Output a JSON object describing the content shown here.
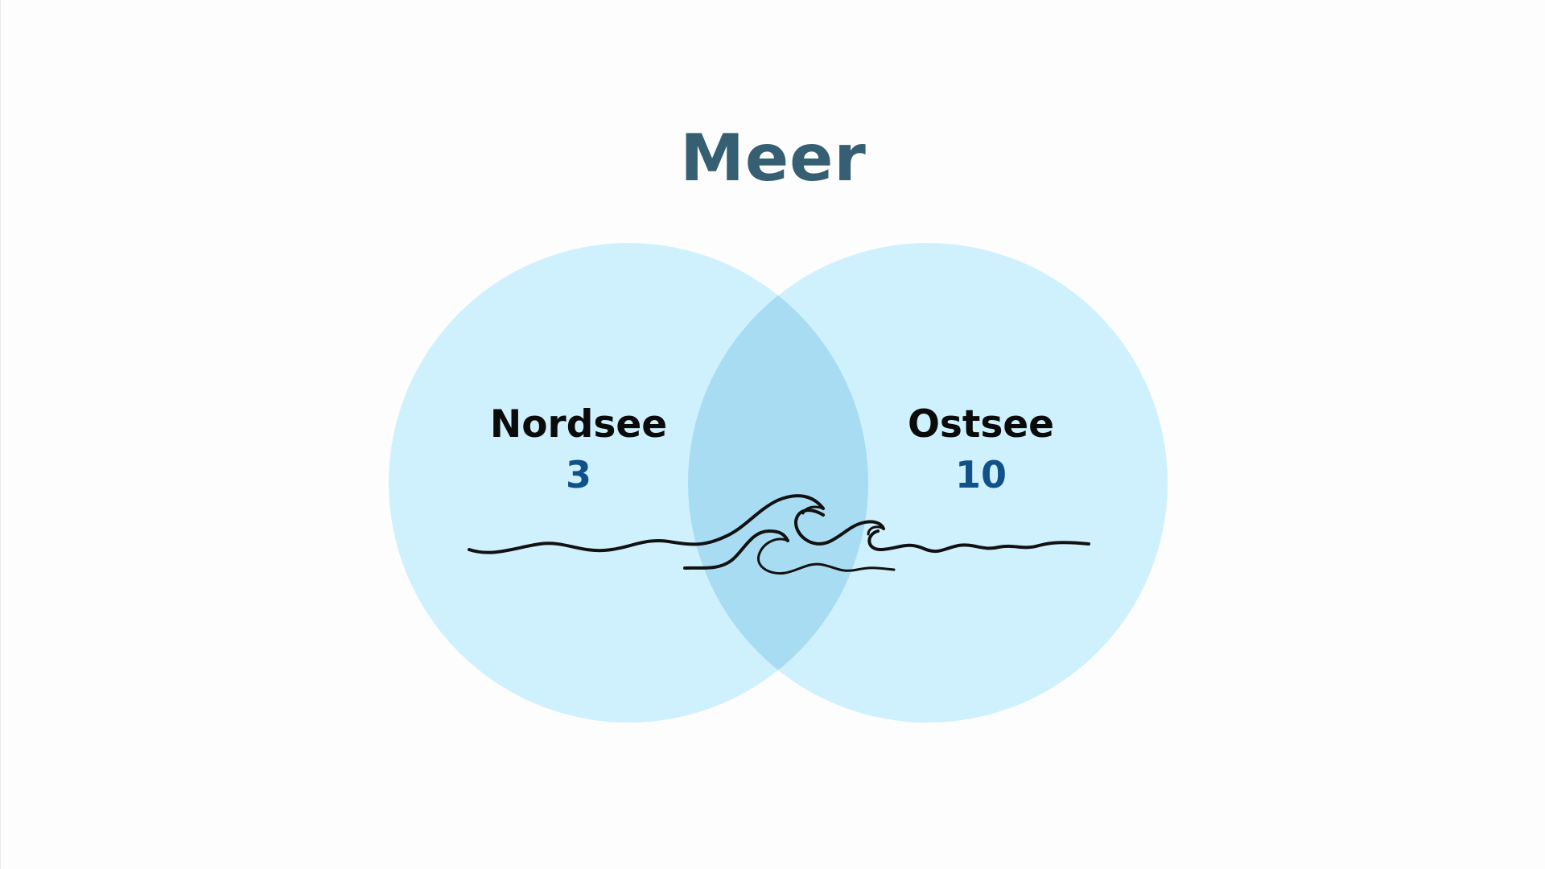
{
  "title": "Meer",
  "sets": [
    {
      "name": "Nordsee",
      "count": "3"
    },
    {
      "name": "Ostsee",
      "count": "10"
    }
  ],
  "colors": {
    "title": "#365f73",
    "circle_fill": "#cff1fd",
    "overlap_fill": "#a8dcf2",
    "count": "#11518a",
    "label": "#0b0b0b",
    "wave_stroke": "#111111"
  },
  "decoration": "wave-illustration"
}
